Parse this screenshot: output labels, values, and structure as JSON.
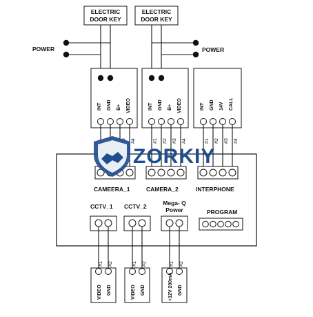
{
  "door_keys": [
    {
      "line1": "ELECTRIC",
      "line2": "DOOR KEY"
    },
    {
      "line1": "ELECTRIC",
      "line2": "DOOR KEY"
    }
  ],
  "power_labels": [
    "POWER",
    "POWER"
  ],
  "modules": [
    {
      "pins": [
        "INT",
        "GND",
        "B+",
        "VIDEO"
      ]
    },
    {
      "pins": [
        "INT",
        "GND",
        "B+",
        "VIDEO"
      ]
    },
    {
      "pins": [
        "INT",
        "GND",
        "14V",
        "CALL"
      ]
    }
  ],
  "wire_numbers": [
    "#1",
    "#2",
    "#3",
    "#4"
  ],
  "connector_labels": {
    "camera_1": "CAMEERA_1",
    "camera_2": "CAMERA_2",
    "interphone": "INTERPHONE",
    "cctv_1": "CCTV_1",
    "cctv_2": "CCTV_2",
    "mega_q_line1": "Mega- Q",
    "mega_q_line2": "Power",
    "program": "PROGRAM"
  },
  "bottom_terminals": [
    {
      "pins": [
        "VIDEO",
        "GND"
      ]
    },
    {
      "pins": [
        "VIDEO",
        "GND"
      ]
    },
    {
      "pins": [
        "+12V 200mA",
        "GND"
      ]
    }
  ],
  "watermark": {
    "text": "ZORKIY",
    "color": "#1f4e8f"
  }
}
